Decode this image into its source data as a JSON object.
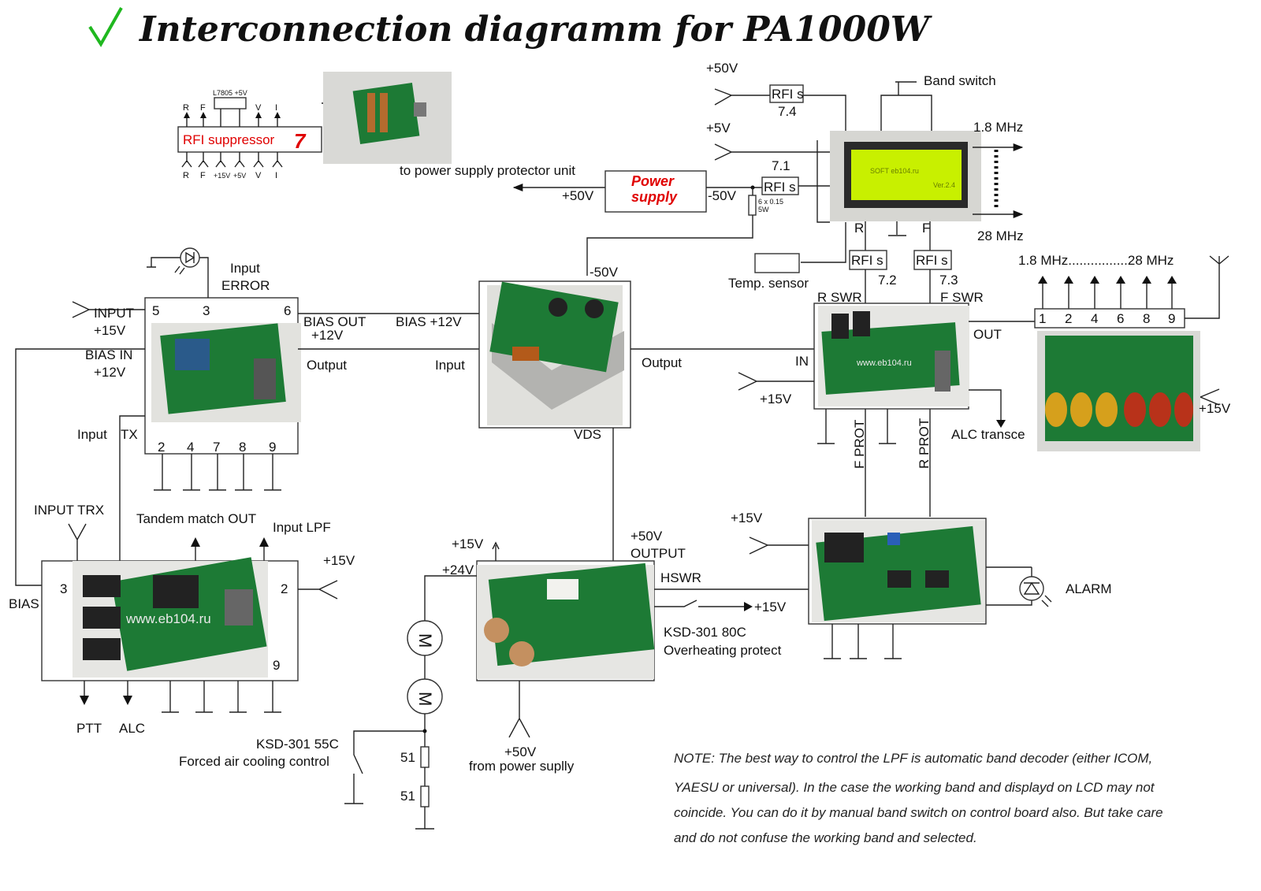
{
  "title": "Interconnection diagramm for PA1000W",
  "rfi_suppressor": {
    "label": "RFI suppressor",
    "number": "7",
    "top_pins": [
      "R",
      "F",
      "V",
      "I"
    ],
    "bottom_pins": [
      "R",
      "F",
      "+15V",
      "+5V",
      "V",
      "I"
    ],
    "regulator": "L7805 +5V"
  },
  "power_supply": {
    "label_line1": "Power",
    "label_line2": "supply",
    "to_protector": "to power supply protector unit",
    "plus50": "+50V",
    "minus50": "-50V",
    "shunt": "6 x 0.15",
    "shunt_power": "5W"
  },
  "top_right": {
    "plus50": "+50V",
    "plus5": "+5V",
    "rfi_74": "RFI s",
    "rfi_74_num": "7.4",
    "rfi_71": "RFI s",
    "rfi_71_num": "7.1",
    "band_switch": "Band switch",
    "f_18": "1.8 MHz",
    "f_28": "28 MHz",
    "lcd_line1": "SOFT  eb104.ru",
    "lcd_line2": "Ver.2.4",
    "r": "R",
    "f": "F",
    "rfi_72": "RFI s",
    "rfi_72_num": "7.2",
    "rfi_73": "RFI s",
    "rfi_73_num": "7.3",
    "temp_sensor": "Temp. sensor"
  },
  "bias_board": {
    "pins_top": [
      "5",
      "3",
      "6"
    ],
    "pins_bottom": [
      "2",
      "4",
      "7",
      "8",
      "9"
    ],
    "input_error": [
      "Input",
      "ERROR"
    ],
    "input_15v": [
      "INPUT",
      "+15V"
    ],
    "bias_in": [
      "BIAS IN",
      "+12V"
    ],
    "bias_out": [
      "BIAS OUT",
      "+12V"
    ],
    "output": "Output",
    "input_tx": "Input",
    "tx": "TX"
  },
  "pa": {
    "bias_12v": "BIAS +12V",
    "input": "Input",
    "output": "Output",
    "minus50": "-50V",
    "vds": "VDS"
  },
  "swr": {
    "r_swr": "R SWR",
    "f_swr": "F SWR",
    "in": "IN",
    "out": "OUT",
    "plus15": "+15V",
    "f_prot": "F PROT",
    "r_prot": "R PROT",
    "alc_transc": "ALC transce",
    "watermark": "www.eb104.ru"
  },
  "lpf": {
    "freq_range": "1.8 MHz................28 MHz",
    "pins": [
      "1",
      "2",
      "4",
      "6",
      "8",
      "9"
    ],
    "plus15": "+15V"
  },
  "input_board": {
    "input_trx": "INPUT TRX",
    "tandem": "Tandem match OUT",
    "input_lpf": "Input LPF",
    "pin3": "3",
    "pin2": "2",
    "pin9": "9",
    "plus15": "+15V",
    "bias": "BIAS",
    "ptt": "PTT",
    "alc": "ALC",
    "watermark": "www.eb104.ru"
  },
  "power_ctrl": {
    "plus15": "+15V",
    "plus24": "+24V",
    "plus50_output": [
      "+50V",
      "OUTPUT"
    ],
    "hswr": "HSWR",
    "plus15_out": "+15V",
    "ksd80": "KSD-301 80C",
    "overheat": "Overheating protect",
    "from_ps": [
      "+50V",
      "from power suplly"
    ]
  },
  "cooling": {
    "motor": "M",
    "ksd55": "KSD-301 55C",
    "forced_air": "Forced air cooling control",
    "r1": "51",
    "r2": "51"
  },
  "alarm_board": {
    "plus15": "+15V",
    "alarm": "ALARM"
  },
  "note": [
    "NOTE: The best way to control the LPF is automatic band decoder (either ICOM,",
    "YAESU or universal).  In the case the working band and displayd on LCD may not",
    "coincide. You can do it by manual band switch on control board also. But take care",
    "and do not confuse the working band and selected."
  ],
  "colors": {
    "checkmark": "#1fb81f",
    "accent_red": "#e00000",
    "pcb": "#1d7a35",
    "lcd": "#c8f000"
  }
}
